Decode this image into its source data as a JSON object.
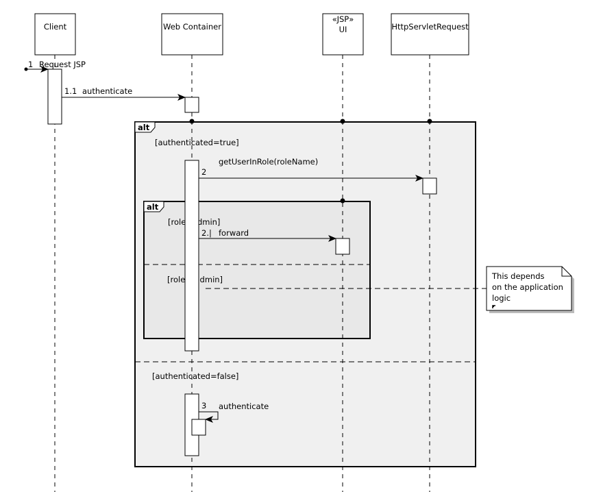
{
  "participants": [
    {
      "id": "client",
      "label": "Client",
      "stereotype": ""
    },
    {
      "id": "web-container",
      "label": "Web Container",
      "stereotype": ""
    },
    {
      "id": "ui",
      "label": "UI",
      "stereotype": "«JSP»"
    },
    {
      "id": "http-servlet-request",
      "label": "HttpServletRequest",
      "stereotype": ""
    }
  ],
  "messages": [
    {
      "id": "request-jsp",
      "number": "1",
      "label": "Request JSP"
    },
    {
      "id": "authenticate-1",
      "number": "1.1",
      "label": "authenticate"
    },
    {
      "id": "get-user-in-role",
      "number": "2",
      "label": "getUserInRole(roleName)"
    },
    {
      "id": "forward",
      "number": "2.|",
      "label": "forward"
    },
    {
      "id": "authenticate-3",
      "number": "3",
      "label": "authenticate"
    }
  ],
  "fragments": [
    {
      "id": "outer-alt",
      "operator": "alt",
      "guards": [
        "[authenticated=true]",
        "[authenticated=false]"
      ]
    },
    {
      "id": "inner-alt",
      "operator": "alt",
      "guards": [
        "[role=admin]",
        "[role!=admin]"
      ]
    }
  ],
  "note": {
    "text": [
      "This depends",
      "on the application",
      "logic"
    ]
  }
}
